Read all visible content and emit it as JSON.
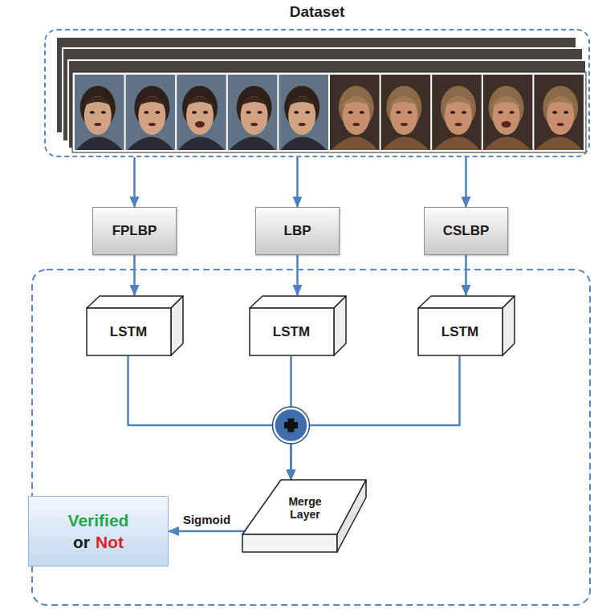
{
  "diagram": {
    "nodes": [
      {
        "text": [
          "Dataset"
        ]
      },
      {
        "text": [
          "FPLBP"
        ]
      },
      {
        "text": [
          "LBP"
        ]
      },
      {
        "text": [
          "CSLBP"
        ]
      },
      {
        "text": [
          "LSTM"
        ]
      },
      {
        "text": [
          "LSTM"
        ]
      },
      {
        "text": [
          "LSTM"
        ]
      },
      {
        "text": [
          "Merge Layer"
        ]
      },
      {
        "text": [
          "Verified",
          "or",
          "Not"
        ]
      }
    ],
    "edges": [
      {
        "from": 0,
        "to": 1,
        "arrow": "to"
      },
      {
        "from": 0,
        "to": 2,
        "arrow": "to"
      },
      {
        "from": 0,
        "to": 3,
        "arrow": "to"
      },
      {
        "from": 1,
        "to": 4,
        "arrow": "to"
      },
      {
        "from": 2,
        "to": 5,
        "arrow": "to"
      },
      {
        "from": 3,
        "to": 6,
        "arrow": "to"
      },
      {
        "from": 4,
        "to": 7,
        "arrow": "to"
      },
      {
        "from": 5,
        "to": 7,
        "arrow": "to"
      },
      {
        "from": 6,
        "to": 7,
        "arrow": "to"
      },
      {
        "from": 7,
        "to": 8,
        "label": "Sigmoid",
        "arrow": "to"
      }
    ]
  }
}
